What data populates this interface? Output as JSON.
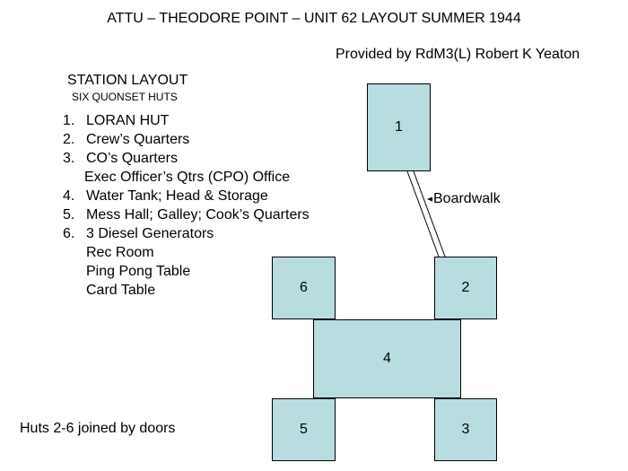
{
  "title": "ATTU – THEODORE POINT – UNIT 62 LAYOUT SUMMER 1944",
  "credit": "Provided by RdM3(L) Robert K Yeaton",
  "layout": {
    "heading": "STATION LAYOUT",
    "subheading": "SIX QUONSET HUTS",
    "items": [
      {
        "num": "1.",
        "text": "LORAN HUT"
      },
      {
        "num": "2.",
        "text": "Crew’s Quarters"
      },
      {
        "num": "3.",
        "text": "CO’s Quarters",
        "extra": [
          "Exec Officer’s Qtrs (CPO) Office"
        ]
      },
      {
        "num": "4.",
        "text": "Water Tank; Head & Storage"
      },
      {
        "num": "5.",
        "text": "Mess Hall; Galley; Cook’s Quarters"
      },
      {
        "num": "6.",
        "text": "3 Diesel Generators",
        "extra": [
          "Rec Room",
          "Ping Pong Table",
          "Card Table"
        ]
      }
    ]
  },
  "footnote": "Huts 2-6 joined by doors",
  "diagram": {
    "huts": {
      "h1": "1",
      "h2": "2",
      "h3": "3",
      "h4": "4",
      "h5": "5",
      "h6": "6"
    },
    "boardwalk_label": "Boardwalk",
    "hut_color": "#b7dde0"
  }
}
